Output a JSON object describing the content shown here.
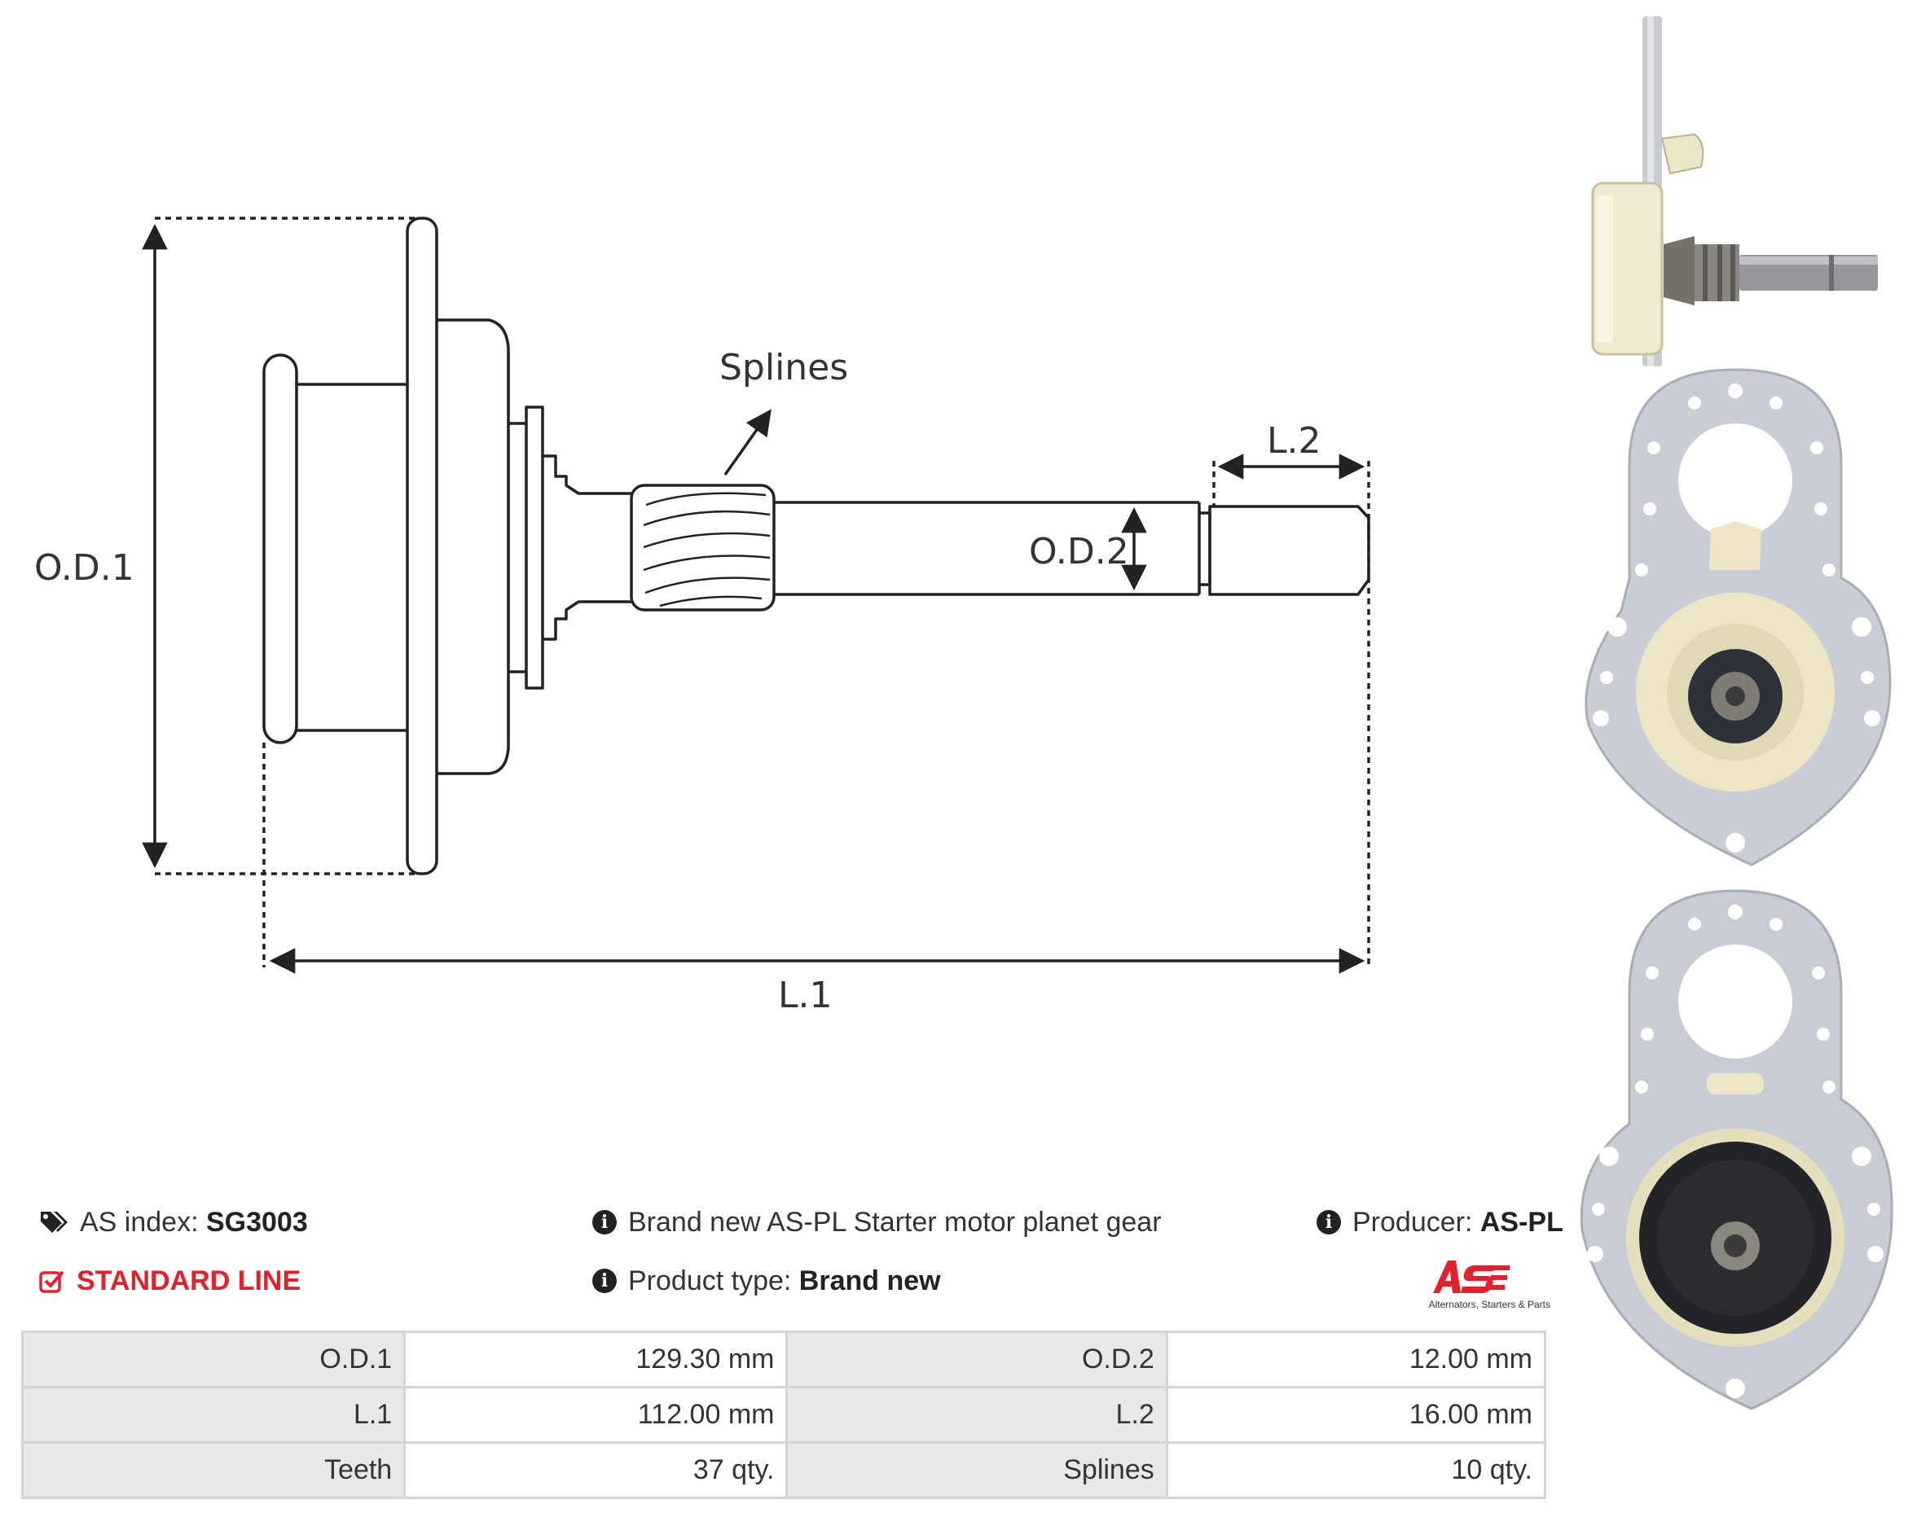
{
  "drawing": {
    "labels": {
      "od1": "O.D.1",
      "od2": "O.D.2",
      "l1": "L.1",
      "l2": "L.2",
      "splines": "Splines"
    }
  },
  "info": {
    "as_index_label": "AS index:",
    "as_index_value": "SG3003",
    "line": "STANDARD LINE",
    "description": "Brand new AS-PL Starter motor planet gear",
    "product_type_label": "Product type:",
    "product_type_value": "Brand new",
    "producer_label": "Producer:",
    "producer_value": "AS-PL"
  },
  "logo": {
    "mark": "AS",
    "tagline": "Alternators, Starters & Parts",
    "color": "#e3202b"
  },
  "specs": [
    [
      {
        "key": "O.D.1",
        "value": "129.30 mm"
      },
      {
        "key": "O.D.2",
        "value": "12.00 mm"
      }
    ],
    [
      {
        "key": "L.1",
        "value": "112.00 mm"
      },
      {
        "key": "L.2",
        "value": "16.00 mm"
      }
    ],
    [
      {
        "key": "Teeth",
        "value": "37 qty."
      },
      {
        "key": "Splines",
        "value": "10 qty."
      }
    ]
  ],
  "icons": {
    "as_index": "tags-icon",
    "standard_line": "checkbox-checked-icon",
    "info": "info-circle-icon"
  }
}
